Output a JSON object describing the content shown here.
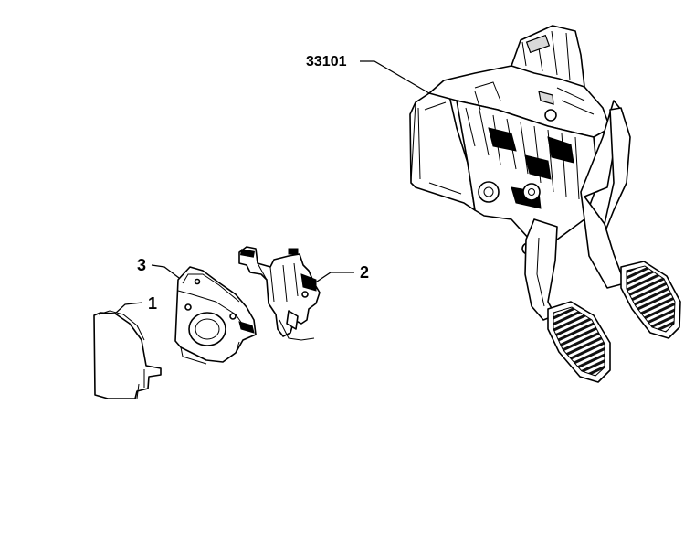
{
  "callouts": {
    "assembly": "33101",
    "part_1": "1",
    "part_2": "2",
    "part_3": "3"
  }
}
